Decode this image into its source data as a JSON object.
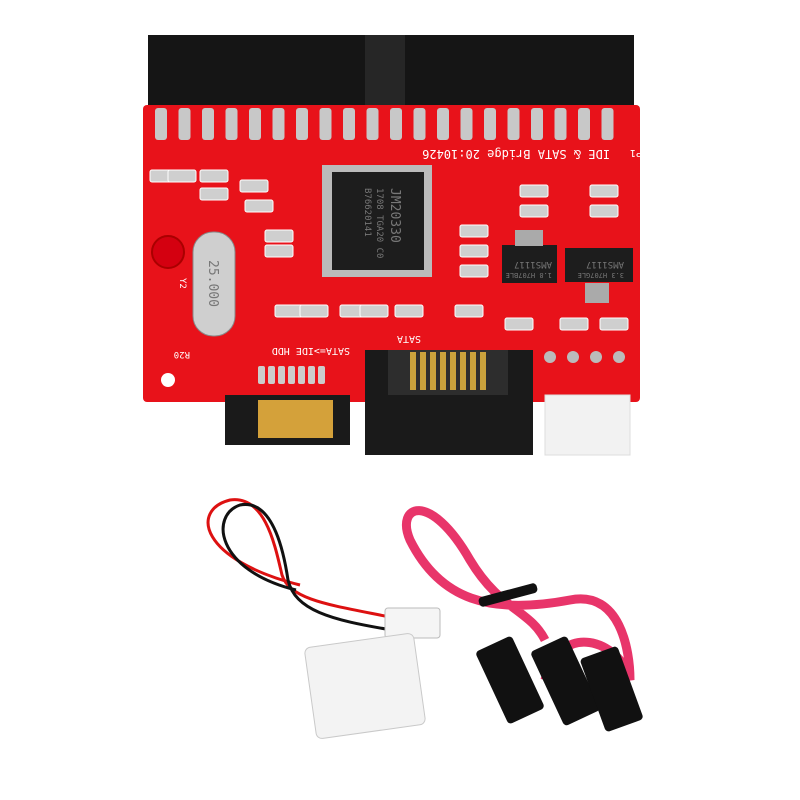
{
  "product": {
    "board": {
      "label": "IDE & SATA Bridge 20:10426",
      "jumper": "JP1",
      "crystal_ref": "Y2",
      "resistor_ref": "R20",
      "sata_label": "SATA",
      "mode_label": "SATA=>IDE HDD",
      "chip": {
        "line1": "JM20330",
        "line2": "1708 TGA20 C0",
        "line3": "B76620141"
      },
      "regulators": [
        {
          "line1": "AMS1117",
          "line2": "1.8 H707BLE"
        },
        {
          "line1": "AMS1117",
          "line2": "3.3 H707GLE"
        }
      ],
      "crystal": "25.000"
    },
    "colors": {
      "pcb": "#e8121a",
      "connector": "#151515",
      "sata_cable": "#e8356a",
      "molex": "#f2f2f2"
    }
  }
}
